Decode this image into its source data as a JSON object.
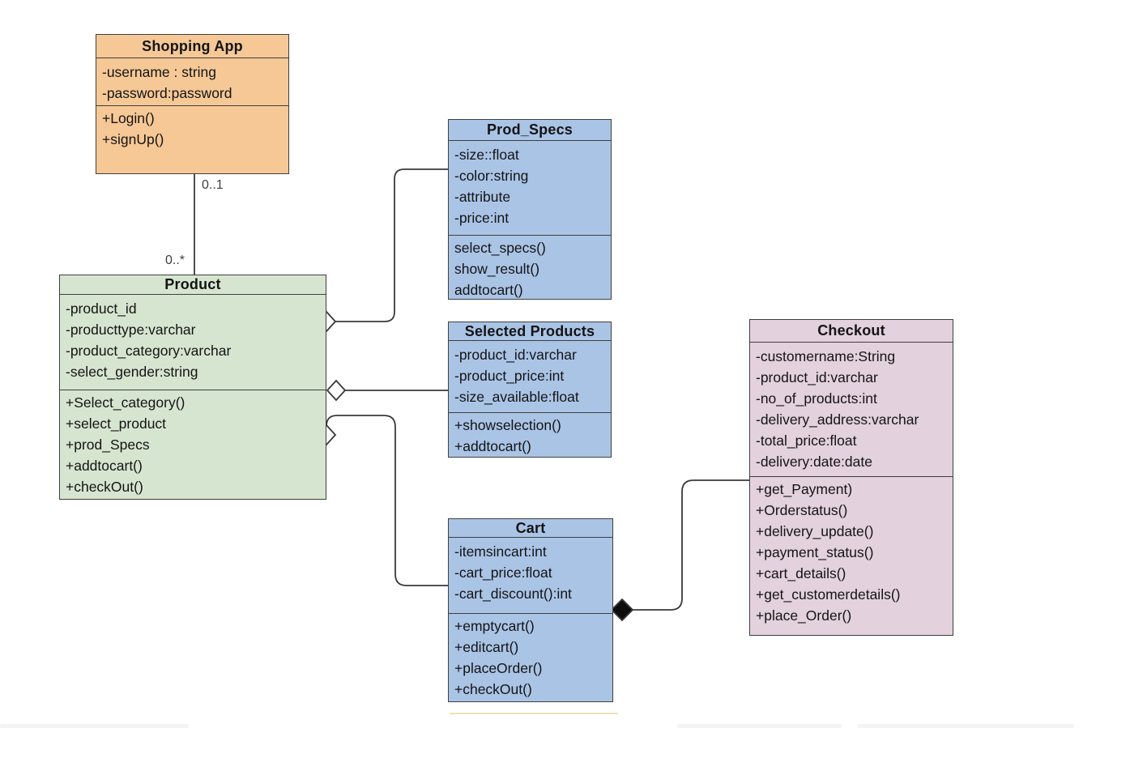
{
  "classes": {
    "shopping_app": {
      "title": "Shopping App",
      "attributes": [
        "-username : string",
        "-password:password"
      ],
      "methods": [
        "+Login()",
        "+signUp()"
      ],
      "fill": "#f6c896"
    },
    "product": {
      "title": "Product",
      "attributes": [
        "-product_id",
        "-producttype:varchar",
        "-product_category:varchar",
        "-select_gender:string"
      ],
      "methods": [
        "+Select_category()",
        "+select_product",
        "+prod_Specs",
        "+addtocart()",
        "+checkOut()"
      ],
      "fill": "#d6e5d0"
    },
    "prod_specs": {
      "title": "Prod_Specs",
      "attributes": [
        "-size::float",
        "-color:string",
        "-attribute",
        "-price:int"
      ],
      "methods": [
        "select_specs()",
        "show_result()",
        "addtocart()"
      ],
      "fill": "#aac4e6"
    },
    "selected_products": {
      "title": "Selected Products",
      "attributes": [
        "-product_id:varchar",
        "-product_price:int",
        "-size_available:float"
      ],
      "methods": [
        "+showselection()",
        "+addtocart()"
      ],
      "fill": "#aac4e6"
    },
    "cart": {
      "title": "Cart",
      "attributes": [
        "-itemsincart:int",
        "-cart_price:float",
        "-cart_discount():int"
      ],
      "methods": [
        "+emptycart()",
        "+editcart()",
        "+placeOrder()",
        "+checkOut()"
      ],
      "fill": "#aac4e6"
    },
    "checkout": {
      "title": "Checkout",
      "attributes": [
        "-customername:String",
        "-product_id:varchar",
        "-no_of_products:int",
        "-delivery_address:varchar",
        "-total_price:float",
        "-delivery:date:date"
      ],
      "methods": [
        "+get_Payment)",
        "+Orderstatus()",
        "+delivery_update()",
        "+payment_status()",
        "+cart_details()",
        "+get_customerdetails()",
        "+place_Order()"
      ],
      "fill": "#e3d1dd"
    }
  },
  "relations": {
    "app_to_product": {
      "type": "association",
      "multiplicity_upper": "0..1",
      "multiplicity_lower": "0..*"
    },
    "product_to_prod_specs": {
      "type": "aggregation"
    },
    "product_to_selected_products": {
      "type": "aggregation"
    },
    "product_to_cart": {
      "type": "aggregation"
    },
    "cart_to_checkout": {
      "type": "composition"
    }
  },
  "colors": {
    "line": "#3a3a3a",
    "border": "#3f3f3f",
    "diamond_open_fill": "#ffffff",
    "diamond_solid_fill": "#0d0d0d"
  }
}
